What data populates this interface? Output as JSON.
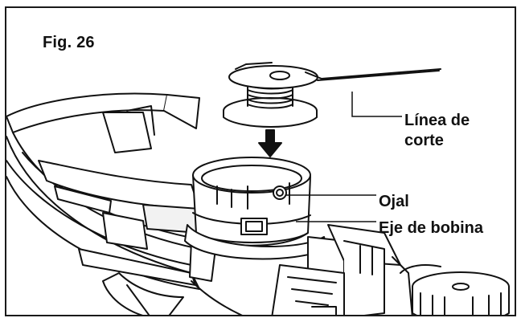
{
  "figure": {
    "title": "Fig. 26"
  },
  "labels": {
    "cutting_line_line1": "Línea de",
    "cutting_line_line2": "corte",
    "eyelet": "Ojal",
    "spool_shaft": "Eje de bobina"
  },
  "colors": {
    "ink": "#111111",
    "paper": "#ffffff",
    "shade": "#cfcfcf"
  }
}
